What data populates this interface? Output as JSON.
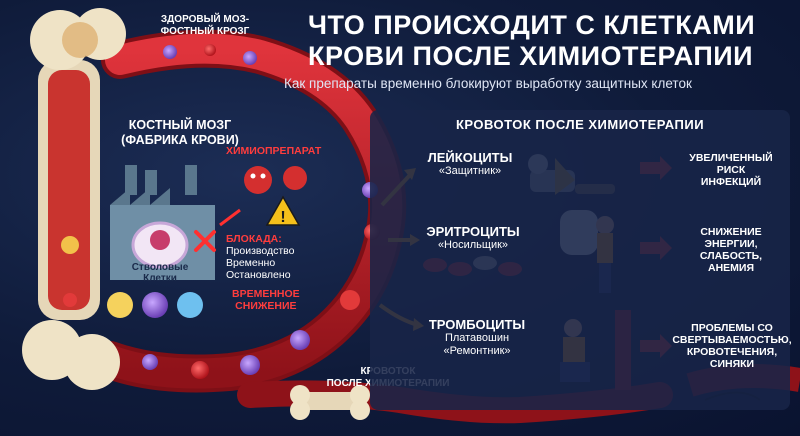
{
  "header": {
    "title_line1": "ЧТО ПРОИСХОДИТ С КЛЕТКАМИ",
    "title_line2": "КРОВИ ПОСЛЕ ХИМИОТЕРАПИИ",
    "subtitle": "Как препараты временно блокируют выработку защитных клеток"
  },
  "top_label": {
    "line1": "ЗДОРОВЫЙ МОЗ-",
    "line2": "ФОСТНЫЙ КРОЗГ"
  },
  "marrow": {
    "title_line1": "КОСТНЫЙ МОЗГ",
    "title_line2": "(ФАБРИКА КРОВИ)",
    "stem_line1": "Стволовые",
    "stem_line2": "Клетки",
    "chemo_label": "ХИМИОПРЕПАРАТ",
    "block_title": "БЛОКАДА:",
    "block_line1": "Производство",
    "block_line2": "Временно",
    "block_line3": "Остановлено",
    "decrease_line1": "ВРЕМЕННОЕ",
    "decrease_line2": "СНИЖЕНИЕ"
  },
  "bottom_label": {
    "line1": "КРОВОТОК",
    "line2": "ПОСЛЕ ХИМИОТЕРАПИИ"
  },
  "panel": {
    "title": "КРОВОТОК ПОСЛЕ ХИМИОТЕРАПИИ",
    "sections": [
      {
        "name": "ЛЕЙКОЦИТЫ",
        "role": "«Защитник»",
        "role2": "",
        "effect1": "УВЕЛИЧЕННЫЙ",
        "effect2": "РИСК",
        "effect3": "ИНФЕКЦИЙ"
      },
      {
        "name": "ЭРИТРОЦИТЫ",
        "role": "«Носильщик»",
        "role2": "",
        "effect1": "СНИЖЕНИЕ",
        "effect2": "ЭНЕРГИИ,",
        "effect3": "СЛАБОСТЬ,",
        "effect4": "АНЕМИЯ"
      },
      {
        "name": "ТРОМБОЦИТЫ",
        "role": "Платавошин",
        "role2": "«Ремонтник»",
        "effect1": "ПРОБЛЕМЫ СО",
        "effect2": "СВЕРТЫВАЕМОСТЬЮ,",
        "effect3": "КРОВОТЕЧЕНИЯ,",
        "effect4": "СИНЯКИ"
      }
    ]
  },
  "colors": {
    "vessel": "#c0202a",
    "vessel_dark": "#7e0f16",
    "arrow": "#f2a51d",
    "accent_red": "#ff3d3d",
    "panel": "#182448"
  }
}
